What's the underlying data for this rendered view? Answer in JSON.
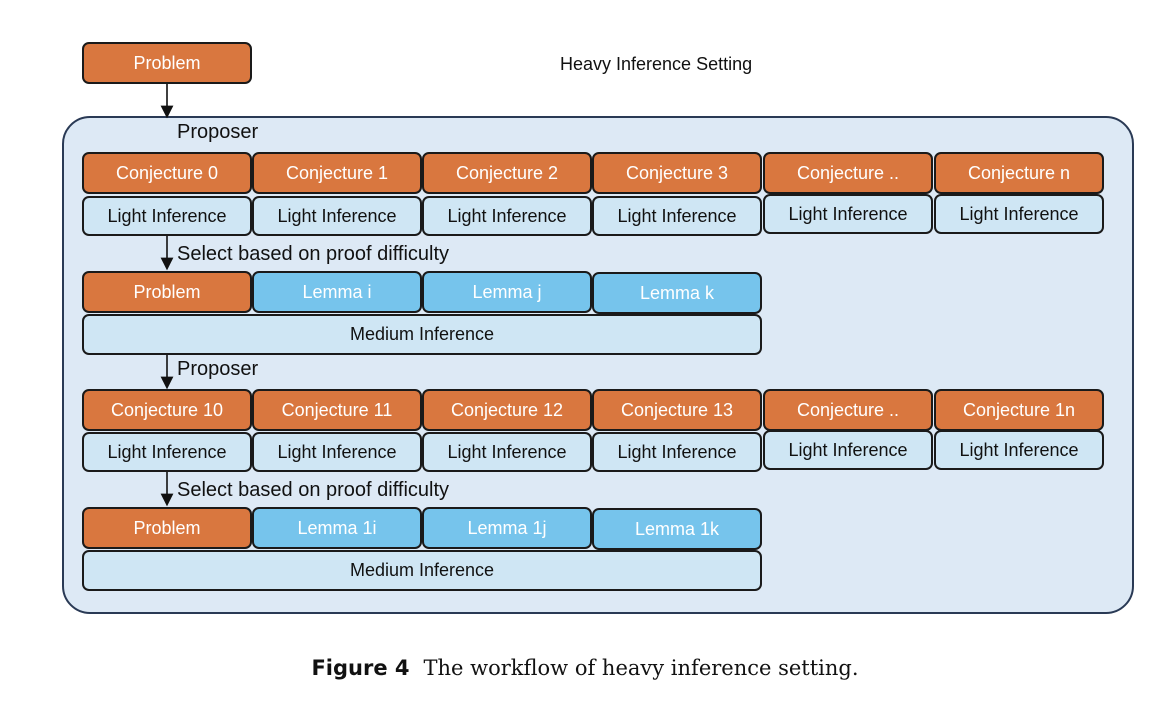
{
  "title": "Heavy Inference Setting",
  "top_problem": "Problem",
  "stage1": {
    "proposer_label": "Proposer",
    "conjectures": [
      "Conjecture 0",
      "Conjecture 1",
      "Conjecture 2",
      "Conjecture 3",
      "Conjecture ..",
      "Conjecture n"
    ],
    "light": [
      "Light Inference",
      "Light Inference",
      "Light Inference",
      "Light Inference",
      "Light Inference",
      "Light Inference"
    ],
    "select_label": "Select based on proof difficulty",
    "problem": "Problem",
    "lemmas": [
      "Lemma i",
      "Lemma j",
      "Lemma k"
    ],
    "medium": "Medium Inference"
  },
  "stage2": {
    "proposer_label": "Proposer",
    "conjectures": [
      "Conjecture 10",
      "Conjecture 11",
      "Conjecture 12",
      "Conjecture 13",
      "Conjecture ..",
      "Conjecture 1n"
    ],
    "light": [
      "Light Inference",
      "Light Inference",
      "Light Inference",
      "Light Inference",
      "Light Inference",
      "Light Inference"
    ],
    "select_label": "Select based on proof difficulty",
    "problem": "Problem",
    "lemmas": [
      "Lemma 1i",
      "Lemma 1j",
      "Lemma 1k"
    ],
    "medium": "Medium Inference"
  },
  "caption": {
    "figure_label": "Figure 4",
    "text": "The workflow of heavy inference setting."
  },
  "colors": {
    "orange": "#d9773f",
    "blue": "#76c4ec",
    "light_blue": "#cfe6f4",
    "container": "#dde9f5"
  }
}
